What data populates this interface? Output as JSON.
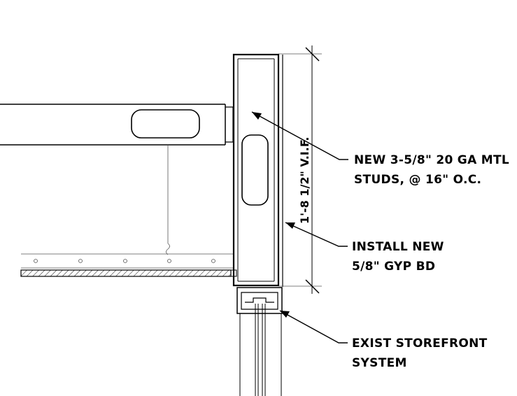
{
  "dimension": {
    "label": "1'-8 1/2\" V.I.F."
  },
  "notes": [
    {
      "id": "studs",
      "lines": [
        "NEW 3-5/8\" 20 GA MTL",
        "STUDS, @ 16\" O.C."
      ]
    },
    {
      "id": "gyp",
      "lines": [
        "INSTALL NEW",
        "5/8\" GYP BD"
      ]
    },
    {
      "id": "storefront",
      "lines": [
        "EXIST STOREFRONT",
        "SYSTEM"
      ]
    }
  ]
}
